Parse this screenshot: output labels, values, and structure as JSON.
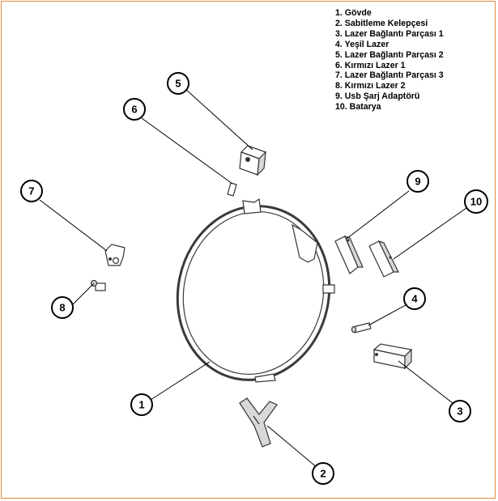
{
  "legend": {
    "items": [
      "1. Gövde",
      "2. Sabitleme Kelepçesi",
      "3. Lazer Bağlantı Parçası 1",
      "4. Yeşil Lazer",
      "5. Lazer Bağlantı Parçası 2",
      "6. Kırmızı Lazer 1",
      "7. Lazer Bağlantı Parçası 3",
      "8. Kırmızı Lazer 2",
      "9. Usb Şarj Adaptörü",
      "10. Batarya"
    ]
  },
  "callouts": [
    "1",
    "2",
    "3",
    "4",
    "5",
    "6",
    "7",
    "8",
    "9",
    "10"
  ],
  "colors": {
    "frame": "#e08a3a",
    "line": "#000000"
  }
}
